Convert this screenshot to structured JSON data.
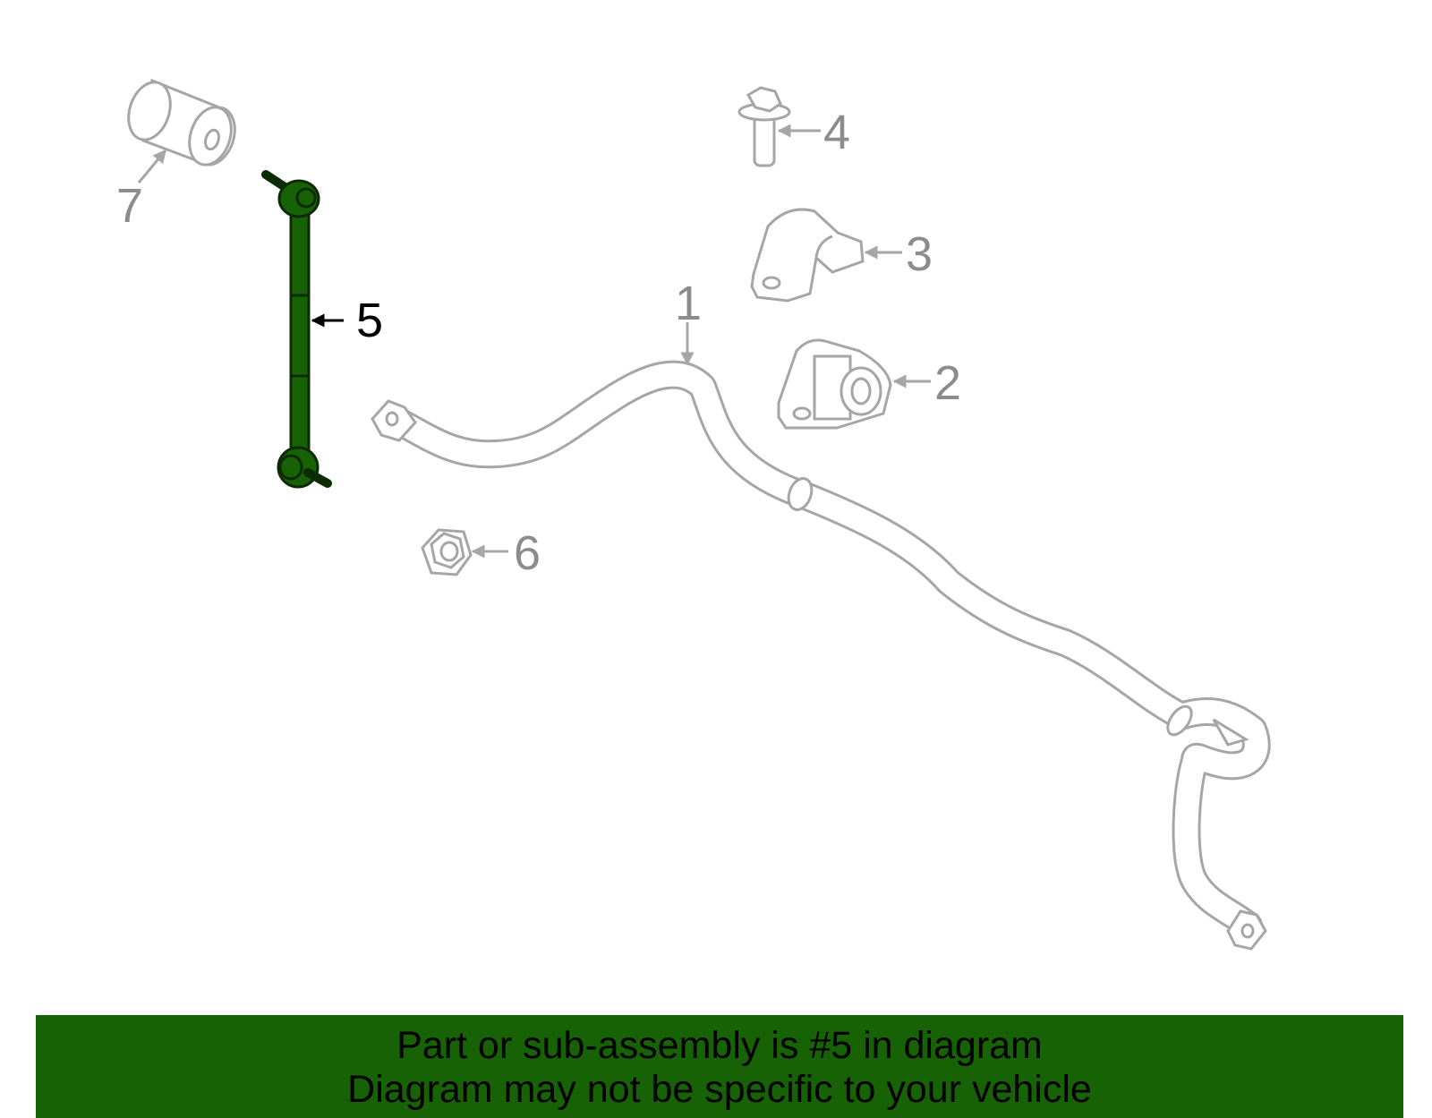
{
  "colors": {
    "outline": "#a6a6a6",
    "highlight": "#176205",
    "highlight_stroke": "#0c2a04",
    "banner_bg": "#176205",
    "text_dark": "#000000",
    "text_gray": "#8c8c8c"
  },
  "callouts": {
    "1": "1",
    "2": "2",
    "3": "3",
    "4": "4",
    "5": "5",
    "6": "6",
    "7": "7"
  },
  "banner": {
    "line1": "Part or sub-assembly is #5 in diagram",
    "line2": "Diagram may not be specific to your vehicle"
  }
}
